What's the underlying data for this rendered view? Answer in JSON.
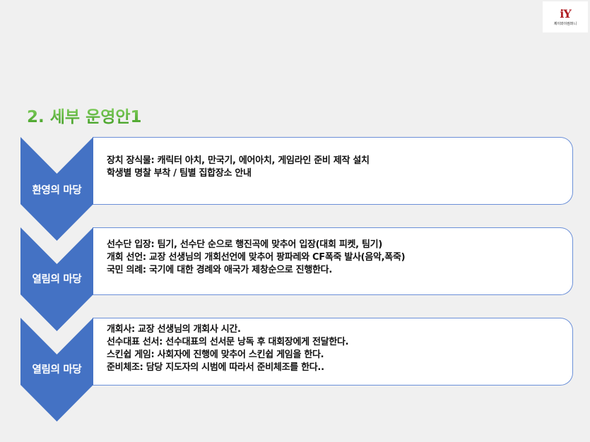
{
  "logo": {
    "mark": "iY",
    "text": "제이와이컴퍼니"
  },
  "title": "2. 세부 운영안1",
  "colors": {
    "chevron": "#4472c4",
    "title_green": "#5cb53a",
    "card_border": "#6a8fd8"
  },
  "sections": [
    {
      "label": "환영의 마당",
      "lines": [
        "장치 장식물: 캐릭터 아치, 만국기, 에어아치, 게임라인 준비 제작 설치",
        "학생별 명찰 부착 / 팀별 집합장소 안내"
      ]
    },
    {
      "label": "열림의 마당",
      "lines": [
        "선수단 입장: 팀기, 선수단 순으로 행진곡에 맞추어 입장(대회 피켓, 팀기)",
        "개회 선언: 교장 선생님의 개회선언에 맞추어 팡파레와 CF폭죽 발사(음악,폭죽)",
        "국민 의례: 국기에 대한 경례와 애국가 제창순으로 진행한다."
      ]
    },
    {
      "label": "열림의 마당",
      "lines": [
        "개회사: 교장 선생님의 개회사 시간.",
        "선수대표 선서: 선수대표의 선서문 낭독 후 대회장에게 전달한다.",
        "스킨쉽 게임: 사회자에 진행에 맞추어 스킨쉽 게임을 한다.",
        "준비체조: 담당 지도자의 시범에 따라서 준비체조를 한다.."
      ]
    }
  ]
}
